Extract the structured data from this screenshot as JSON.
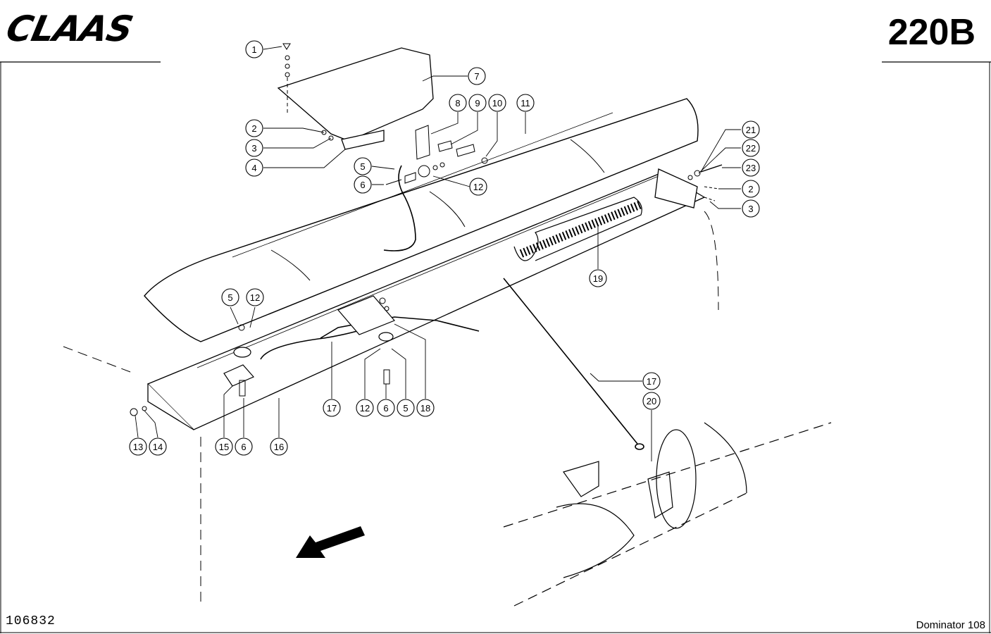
{
  "header": {
    "brand": "CLAAS",
    "page_code": "220B"
  },
  "footer": {
    "drawing_number": "106832",
    "model": "Dominator 108"
  },
  "callouts": [
    {
      "label": "1"
    },
    {
      "label": "7"
    },
    {
      "label": "8"
    },
    {
      "label": "9"
    },
    {
      "label": "10"
    },
    {
      "label": "11"
    },
    {
      "label": "2"
    },
    {
      "label": "3"
    },
    {
      "label": "4"
    },
    {
      "label": "5"
    },
    {
      "label": "6"
    },
    {
      "label": "12"
    },
    {
      "label": "21"
    },
    {
      "label": "22"
    },
    {
      "label": "23"
    },
    {
      "label": "2"
    },
    {
      "label": "3"
    },
    {
      "label": "19"
    },
    {
      "label": "5"
    },
    {
      "label": "12"
    },
    {
      "label": "17"
    },
    {
      "label": "12"
    },
    {
      "label": "6"
    },
    {
      "label": "5"
    },
    {
      "label": "18"
    },
    {
      "label": "13"
    },
    {
      "label": "14"
    },
    {
      "label": "15"
    },
    {
      "label": "6"
    },
    {
      "label": "16"
    },
    {
      "label": "17"
    },
    {
      "label": "20"
    }
  ]
}
